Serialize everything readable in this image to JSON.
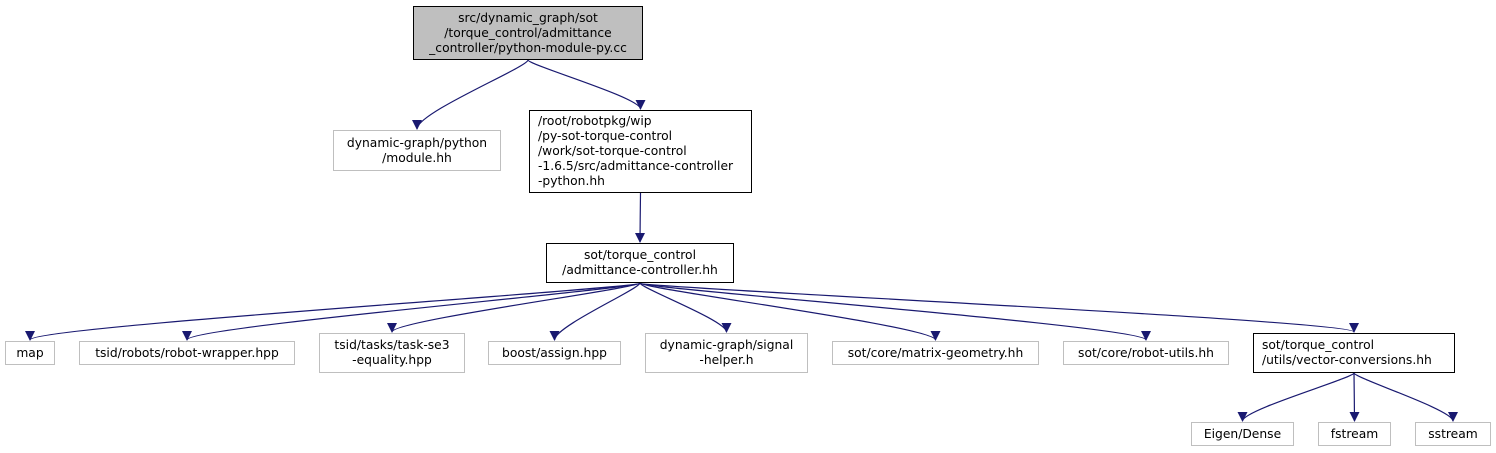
{
  "diagram": {
    "nodes": [
      {
        "id": "root",
        "kind": "root",
        "lines": [
          "src/dynamic_graph/sot",
          "/torque_control/admittance",
          "_controller/python-module-py.cc"
        ]
      },
      {
        "id": "module_hh",
        "kind": "ext",
        "lines": [
          "dynamic-graph/python",
          "/module.hh"
        ]
      },
      {
        "id": "adm_python_hh",
        "kind": "doc",
        "lines": [
          "/root/robotpkg/wip",
          "/py-sot-torque-control",
          "/work/sot-torque-control",
          "-1.6.5/src/admittance-controller",
          "-python.hh"
        ]
      },
      {
        "id": "adm_controller_hh",
        "kind": "doc",
        "lines": [
          "sot/torque_control",
          "/admittance-controller.hh"
        ]
      },
      {
        "id": "map",
        "kind": "ext",
        "lines": [
          "map"
        ]
      },
      {
        "id": "robot_wrapper",
        "kind": "ext",
        "lines": [
          "tsid/robots/robot-wrapper.hpp"
        ]
      },
      {
        "id": "task_se3",
        "kind": "ext",
        "lines": [
          "tsid/tasks/task-se3",
          "-equality.hpp"
        ]
      },
      {
        "id": "boost_assign",
        "kind": "ext",
        "lines": [
          "boost/assign.hpp"
        ]
      },
      {
        "id": "signal_helper",
        "kind": "ext",
        "lines": [
          "dynamic-graph/signal",
          "-helper.h"
        ]
      },
      {
        "id": "matrix_geometry",
        "kind": "ext",
        "lines": [
          "sot/core/matrix-geometry.hh"
        ]
      },
      {
        "id": "robot_utils",
        "kind": "ext",
        "lines": [
          "sot/core/robot-utils.hh"
        ]
      },
      {
        "id": "vector_conv",
        "kind": "doc",
        "lines": [
          "sot/torque_control",
          "/utils/vector-conversions.hh"
        ]
      },
      {
        "id": "eigen_dense",
        "kind": "ext",
        "lines": [
          "Eigen/Dense"
        ]
      },
      {
        "id": "fstream",
        "kind": "ext",
        "lines": [
          "fstream"
        ]
      },
      {
        "id": "sstream",
        "kind": "ext",
        "lines": [
          "sstream"
        ]
      }
    ],
    "edges": [
      {
        "from": "root",
        "to": "module_hh"
      },
      {
        "from": "root",
        "to": "adm_python_hh"
      },
      {
        "from": "adm_python_hh",
        "to": "adm_controller_hh"
      },
      {
        "from": "adm_controller_hh",
        "to": "map"
      },
      {
        "from": "adm_controller_hh",
        "to": "robot_wrapper"
      },
      {
        "from": "adm_controller_hh",
        "to": "task_se3"
      },
      {
        "from": "adm_controller_hh",
        "to": "boost_assign"
      },
      {
        "from": "adm_controller_hh",
        "to": "signal_helper"
      },
      {
        "from": "adm_controller_hh",
        "to": "matrix_geometry"
      },
      {
        "from": "adm_controller_hh",
        "to": "robot_utils"
      },
      {
        "from": "adm_controller_hh",
        "to": "vector_conv"
      },
      {
        "from": "vector_conv",
        "to": "eigen_dense"
      },
      {
        "from": "vector_conv",
        "to": "fstream"
      },
      {
        "from": "vector_conv",
        "to": "sstream"
      }
    ],
    "colors": {
      "edge": "#191970",
      "root_fill": "#bfbfbf",
      "doc_border": "#000000",
      "ext_border": "#bfbfbf"
    }
  }
}
